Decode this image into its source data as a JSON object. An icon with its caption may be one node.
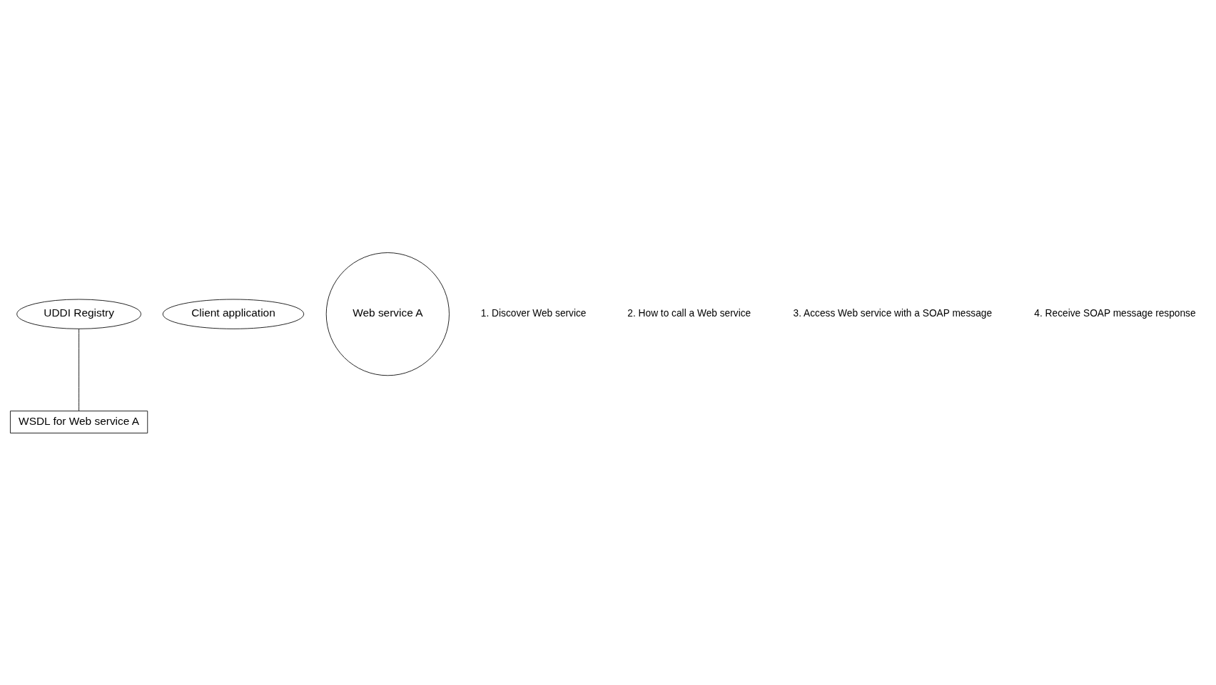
{
  "diagram": {
    "nodes": [
      {
        "text": [
          "UDDI Registry"
        ]
      },
      {
        "text": [
          "WSDL for Web service A"
        ]
      },
      {
        "text": [
          "Client application"
        ]
      },
      {
        "text": [
          "Web service A"
        ]
      }
    ],
    "edges": [
      {
        "from": 0,
        "to": 1,
        "arrow": "none"
      }
    ],
    "labels": [
      "1. Discover Web service",
      "2. How to call a Web service",
      "3. Access Web service with a SOAP message",
      "4. Receive SOAP message response"
    ]
  }
}
